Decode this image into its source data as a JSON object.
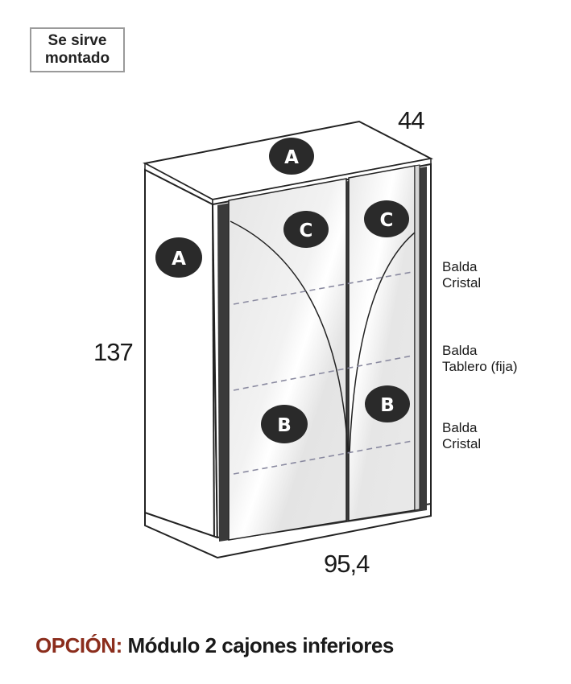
{
  "badge": {
    "line1": "Se sirve",
    "line2": "montado"
  },
  "dimensions": {
    "depth": "44",
    "height": "137",
    "width": "95,4"
  },
  "parts": {
    "side_panel": "A",
    "top_panel": "A",
    "door_upper_left": "C",
    "door_upper_right": "C",
    "door_lower_left": "B",
    "door_lower_right": "B"
  },
  "shelves": [
    {
      "line1": "Balda",
      "line2": "Cristal"
    },
    {
      "line1": "Balda",
      "line2": "Tablero (fija)"
    },
    {
      "line1": "Balda",
      "line2": "Cristal"
    }
  ],
  "option": {
    "prefix": "OPCIÓN:",
    "text": "Módulo 2 cajones inferiores"
  },
  "colors": {
    "option_prefix": "#8b2d1c",
    "badge_fill": "#2a2a2a",
    "door_fill": "#e9e9e9",
    "shelf_dash": "#8a8aa0"
  }
}
